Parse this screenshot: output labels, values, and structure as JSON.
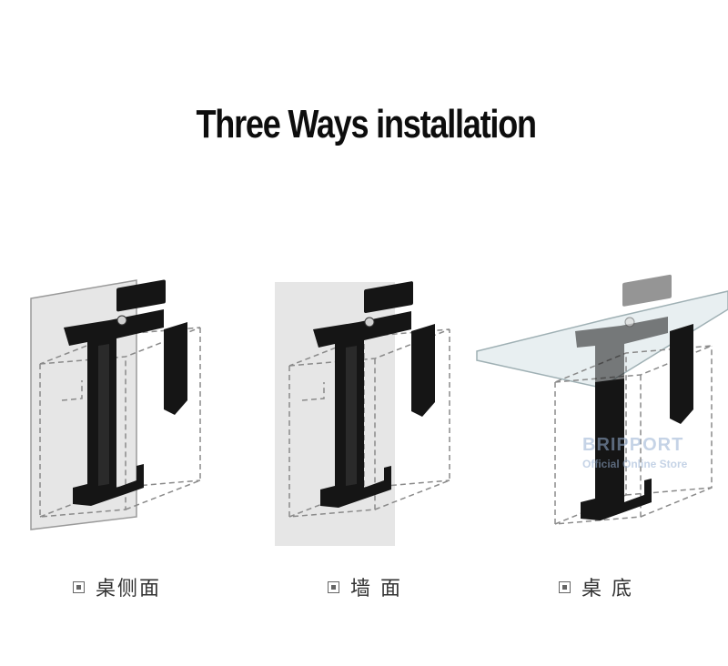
{
  "header": {
    "title": "Three Ways installation"
  },
  "installations": [
    {
      "label": "桌侧面",
      "icon": "square-bullet-icon"
    },
    {
      "label": "墙 面",
      "icon": "square-bullet-icon"
    },
    {
      "label": "桌 底",
      "icon": "square-bullet-icon"
    }
  ],
  "watermark": {
    "brand": "BRIPPORT",
    "store": "Official Online Store"
  },
  "colors": {
    "bracket": "#141414",
    "wall": "#e4e4e4",
    "glass": "#e7eef0",
    "outline": "#8c8c8c"
  }
}
